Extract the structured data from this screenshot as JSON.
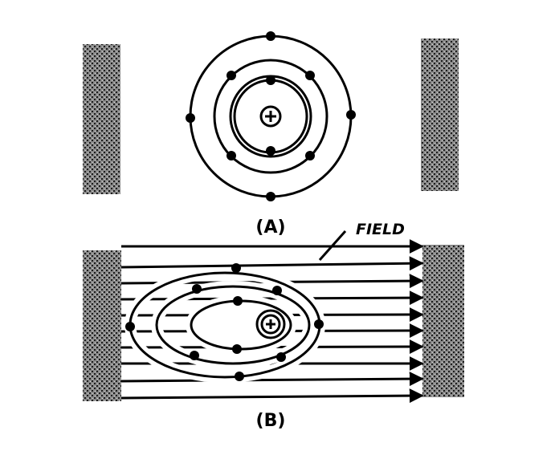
{
  "figure": {
    "label_a": "(A)",
    "label_b": "(B)",
    "field_label": "FIELD",
    "nucleus_symbol": "+",
    "plate_pattern": "stippled"
  },
  "colors": {
    "ink": "#000000",
    "paper": "#ffffff",
    "plate_dark": "#1e1e1e",
    "plate_light": "#9a9a9a"
  }
}
